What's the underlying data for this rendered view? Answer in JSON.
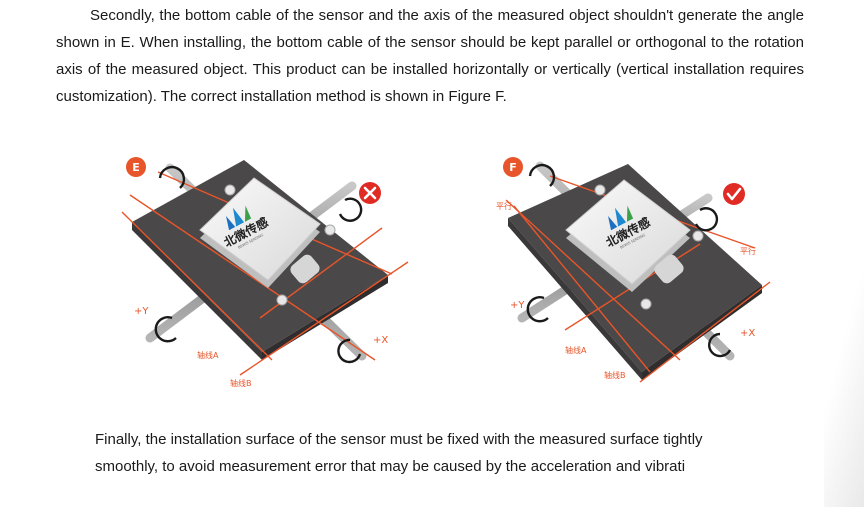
{
  "paragraph1": "Secondly, the bottom cable of the sensor and the axis of the measured object shouldn't generate the angle shown in E. When installing, the bottom cable of the sensor should be kept parallel or orthogonal to the rotation axis of the measured object. This product can be installed horizontally or vertically (vertical installation requires customization). The correct installation method is shown in Figure F.",
  "figure_e": {
    "badge": "E",
    "status_icon": "cross-icon",
    "brand": "北微传感",
    "brand_sub": "BEWIS SENSING",
    "axis_y": "+Y",
    "axis_x": "+X",
    "axis_a": "轴线A",
    "axis_b": "轴线B"
  },
  "figure_f": {
    "badge": "F",
    "status_icon": "check-icon",
    "brand": "北微传感",
    "brand_sub": "BEWIS SENSING",
    "axis_y": "+Y",
    "axis_x": "+X",
    "axis_a": "轴线A",
    "axis_b": "轴线B",
    "parallel_left": "平行",
    "parallel_right": "平行"
  },
  "paragraph2_line1": "Finally, the installation surface of the sensor must be fixed with the measured surface tightly",
  "paragraph2_line2": "smoothly, to avoid measurement error that may be caused by the acceleration and vibrati",
  "colors": {
    "orange": "#e8552a",
    "red": "#e02a24",
    "plate": "#4a4848",
    "rod": "#9a9a9a"
  }
}
